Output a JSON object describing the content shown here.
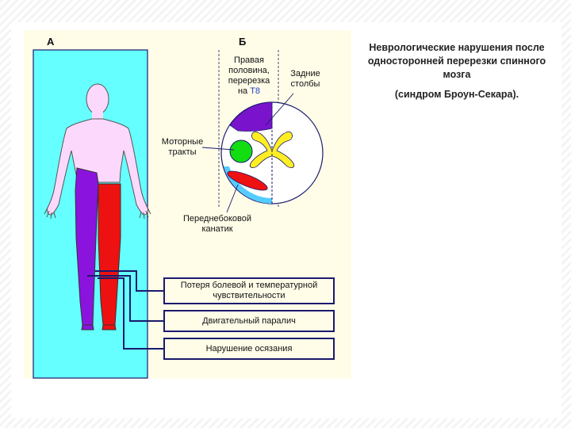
{
  "slide": {
    "title": "Неврологические нарушения после односторонней перерезки спинного мозга",
    "subtitle": "(синдром Броун-Секара)."
  },
  "diagram": {
    "label_a": "А",
    "label_b": "Б",
    "right_half_line1": "Правая",
    "right_half_line2": "половина,",
    "right_half_line3": "перерезка",
    "right_half_on": "на",
    "right_half_level": "Т8",
    "dorsal_columns_line1": "Задние",
    "dorsal_columns_line2": "столбы",
    "motor_tracts_line1": "Моторные",
    "motor_tracts_line2": "тракты",
    "anterolateral_line1": "Переднебоковой",
    "anterolateral_line2": "канатик",
    "box_pain_temp": "Потеря болевой и температурной чувствительности",
    "box_motor": "Двигательный паралич",
    "box_touch": "Нарушение осязания"
  },
  "colors": {
    "panel_bg": "#fffde8",
    "body_area": "#66ffff",
    "skin": "#fcd9fc",
    "left_leg": "#8a14dd",
    "right_leg": "#ee1111",
    "cord_dorsal": "#7a14cc",
    "cord_motor": "#11dd11",
    "cord_gray": "#ffee22",
    "cord_anterolateral": "#ee1111",
    "cord_edge": "#55ccff",
    "connector": "#1a1a6e"
  }
}
